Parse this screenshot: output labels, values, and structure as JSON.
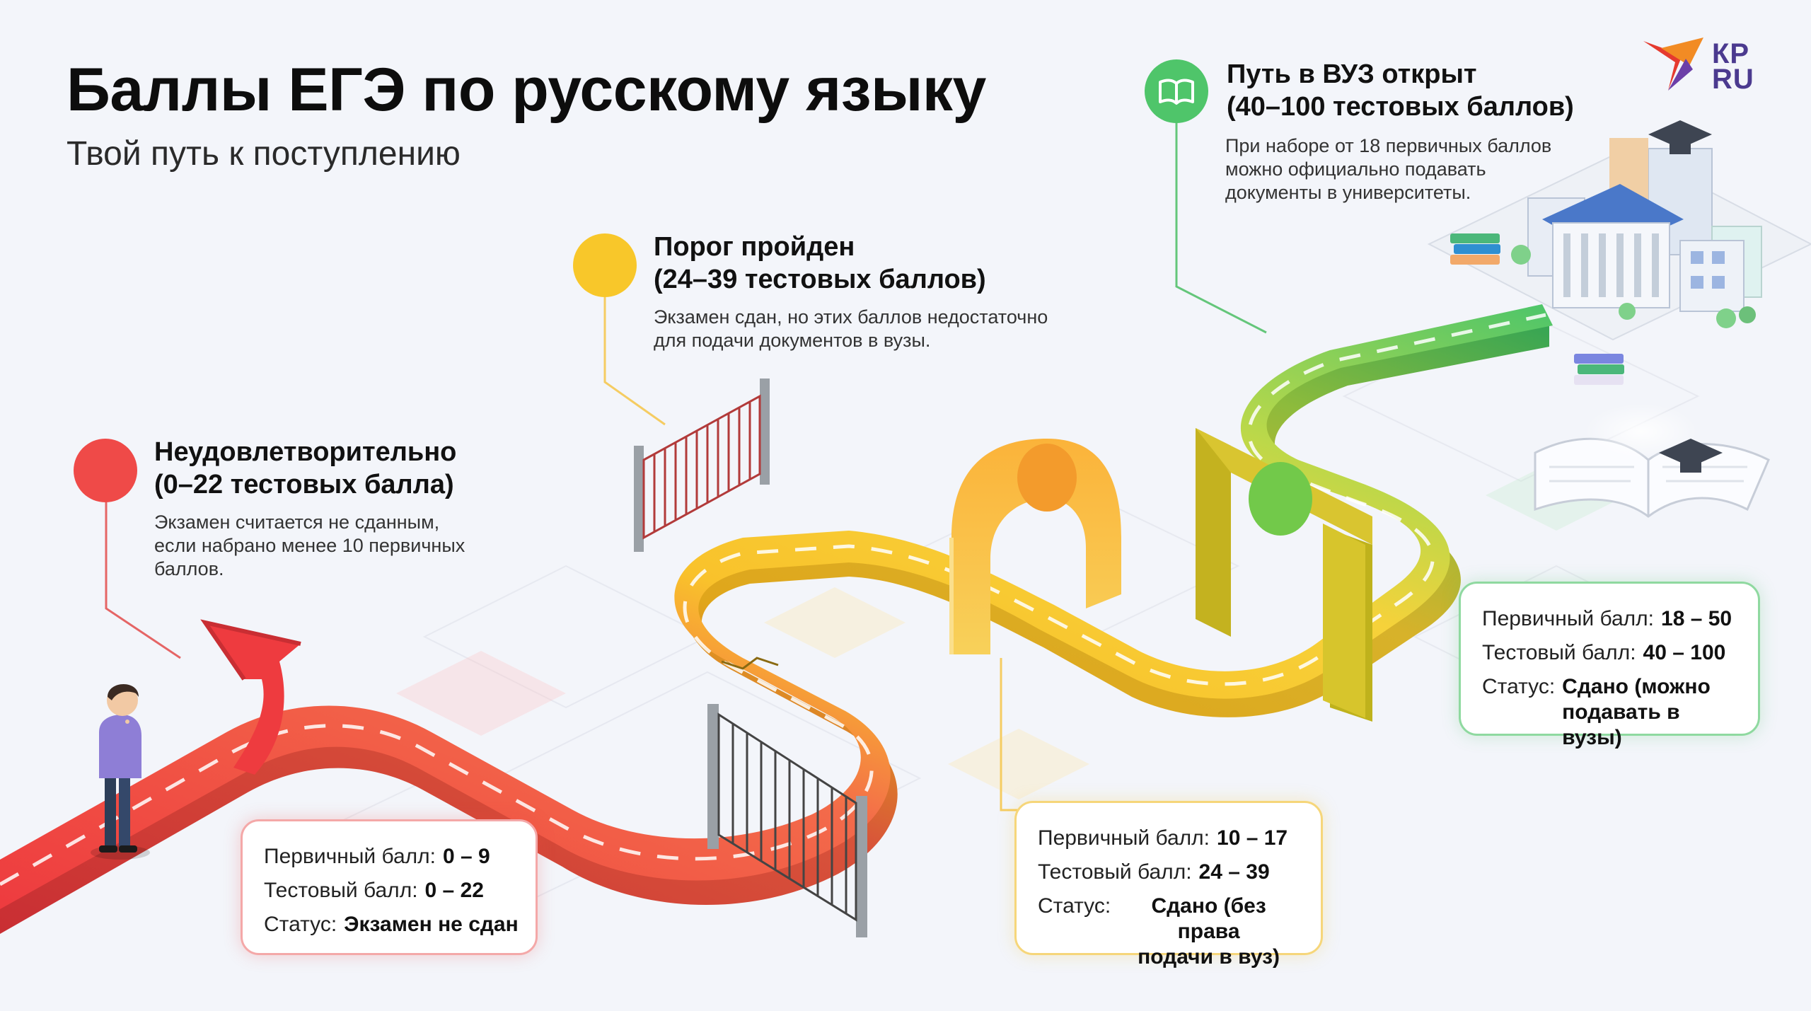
{
  "header": {
    "title": "Баллы ЕГЭ по русскому языку",
    "subtitle": "Твой путь к поступлению"
  },
  "logo": {
    "line1": "КР",
    "line2": "RU",
    "icon": "bird-logo-icon"
  },
  "stages": [
    {
      "id": "fail",
      "color": "#ef4a48",
      "title_lines": [
        "Неудовлетворительно",
        "(0–22 тестовых балла)"
      ],
      "desc_lines": [
        "Экзамен считается не сданным,",
        "если набрано менее 10 первичных",
        "баллов."
      ],
      "card": {
        "primary_label": "Первичный балл:",
        "primary_value": "0 – 9",
        "test_label": "Тестовый балл:",
        "test_value": "0 – 22",
        "status_label": "Статус:",
        "status_value": "Экзамен не сдан"
      }
    },
    {
      "id": "threshold",
      "color": "#f8c72a",
      "title_lines": [
        "Порог пройден",
        "(24–39 тестовых баллов)"
      ],
      "desc_lines": [
        "Экзамен сдан, но этих баллов недостаточно",
        "для подачи документов в вузы."
      ],
      "card": {
        "primary_label": "Первичный балл:",
        "primary_value": "10 – 17",
        "test_label": "Тестовый балл:",
        "test_value": "24 – 39",
        "status_label": "Статус:",
        "status_value_1": "Сдано (без права",
        "status_value_2": "подачи в вуз)"
      }
    },
    {
      "id": "university",
      "color": "#4fc56a",
      "icon": "book-icon",
      "title_lines": [
        "Путь в ВУЗ открыт",
        "(40–100 тестовых баллов)"
      ],
      "desc_lines": [
        "При наборе от 18 первичных баллов",
        "можно официально подавать",
        "документы в университеты."
      ],
      "card": {
        "primary_label": "Первичный балл:",
        "primary_value": "18 – 50",
        "test_label": "Тестовый балл:",
        "test_value": "40 – 100",
        "status_label": "Статус:",
        "status_value_1": "Сдано (можно",
        "status_value_2": "подавать в вузы)"
      }
    }
  ],
  "illustration": {
    "road_icon": "winding-road",
    "person_icon": "student-person-icon",
    "gate_icons": [
      "red-gate-icon",
      "grey-gate-icon",
      "arch-gate-icon",
      "green-gate-icon"
    ],
    "university_icon": "university-building-icon",
    "books_icon": "books-icon",
    "open_book_icon": "open-book-icon",
    "graduation_cap_icon": "graduation-cap-icon"
  }
}
